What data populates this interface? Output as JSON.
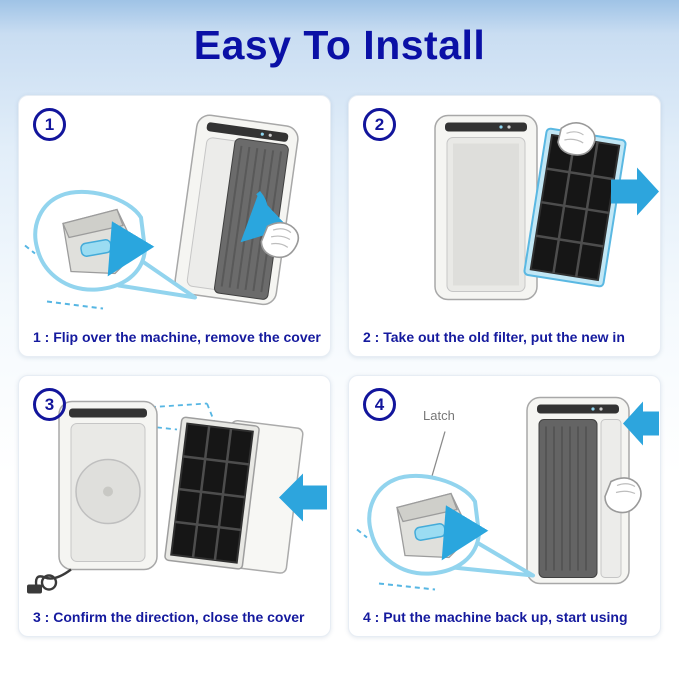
{
  "page": {
    "title": "Easy To Install"
  },
  "colors": {
    "title_navy": "#0a10a6",
    "caption_navy": "#151a9e",
    "accent_blue": "#2da5dd",
    "highlight_blue": "#9bdcf2",
    "panel_bg": "#ffffff",
    "bg_top": "#9fc3e6"
  },
  "icons": [
    "arrow-right-icon",
    "arrow-left-icon",
    "curved-arrow-icon",
    "latch-tab",
    "hand",
    "power-cord"
  ],
  "steps": [
    {
      "number": "1",
      "caption": "1 : Flip over the machine, remove the cover"
    },
    {
      "number": "2",
      "caption": "2 : Take out the old filter, put the new in"
    },
    {
      "number": "3",
      "caption": "3 : Confirm the direction, close the cover"
    },
    {
      "number": "4",
      "caption": "4 : Put the machine back up, start using",
      "annotation": "Latch"
    }
  ]
}
